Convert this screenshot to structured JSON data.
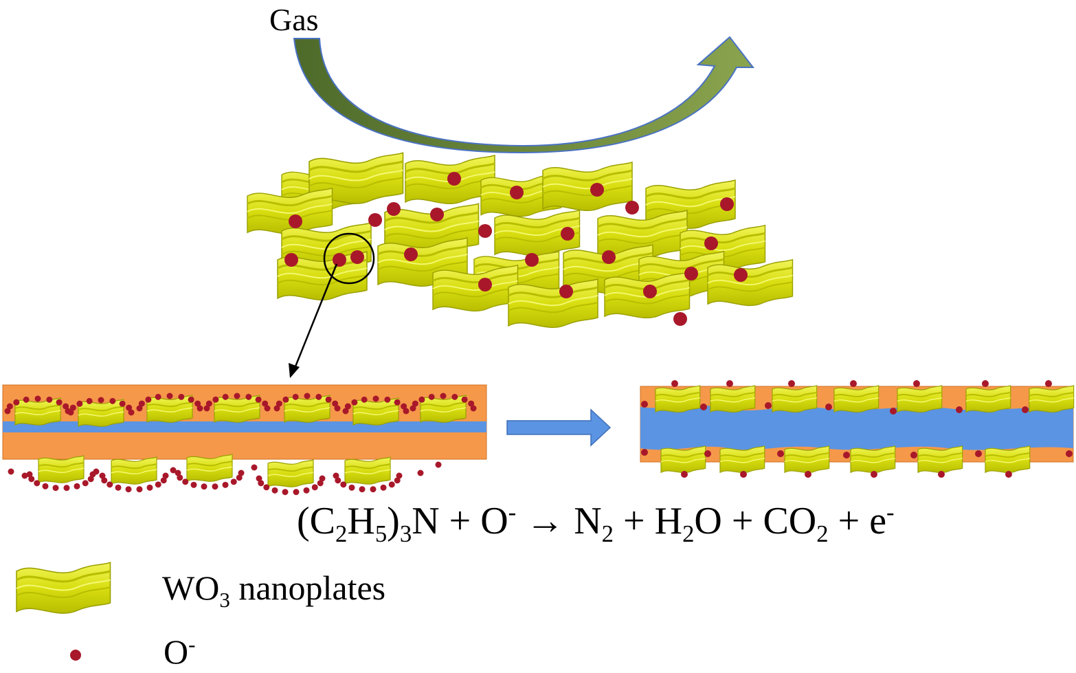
{
  "labels": {
    "gas": "Gas"
  },
  "equation": {
    "p1": "(C",
    "s1": "2",
    "p2": "H",
    "s2": "5",
    "p3": ")",
    "s3": "3",
    "p4": "N + O",
    "sup1": "-",
    "p5": " → N",
    "s4": "2",
    "p6": " + H",
    "s5": "2",
    "p7": "O + CO",
    "s6": "2",
    "p8": " + e",
    "sup2": "-"
  },
  "legend": {
    "wo3_main": "WO",
    "wo3_sub": "3",
    "wo3_rest": " nanoplates",
    "oxygen_main": "O",
    "oxygen_sup": "-"
  },
  "colors": {
    "nanoplate": "#d8de10",
    "nanoplate_edge": "#9aa000",
    "oxygen_ion": "#a8182a",
    "depletion_layer": "#f5984a",
    "conduction_channel": "#5b94e2",
    "arrow_green": "#6a8a3a",
    "process_arrow": "#5b94e2"
  }
}
